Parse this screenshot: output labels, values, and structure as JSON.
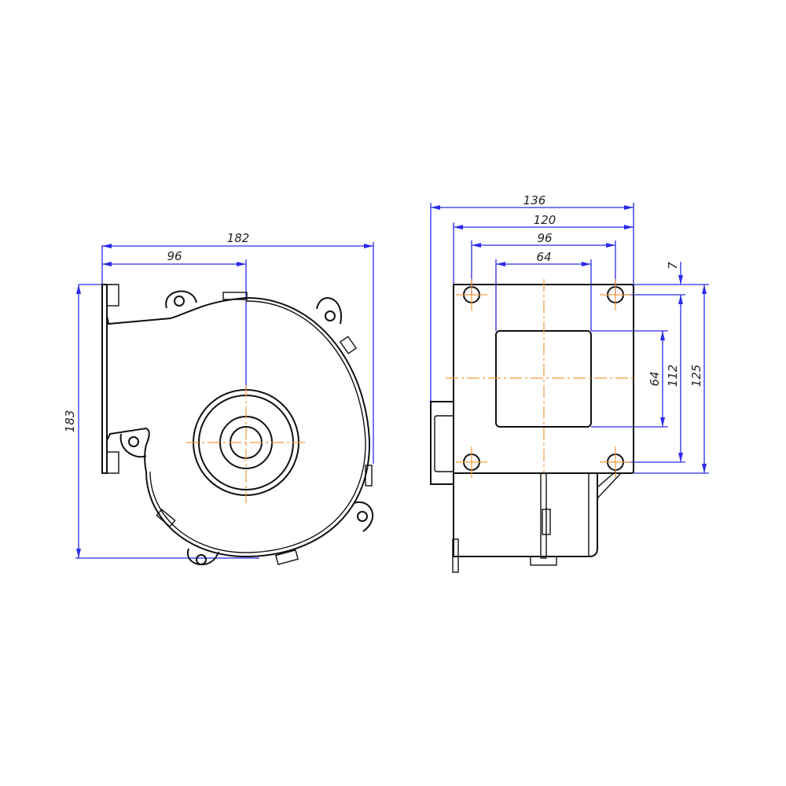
{
  "drawing": {
    "front_view": {
      "dimensions": {
        "overall_width": "182",
        "center_offset": "96",
        "overall_height": "183"
      }
    },
    "outlet_view": {
      "dimensions": {
        "overall_width": "136",
        "flange_width": "120",
        "hole_spacing_h": "96",
        "opening_width": "64",
        "edge_offset": "7",
        "opening_height": "64",
        "hole_spacing_v": "112",
        "flange_height": "125"
      }
    },
    "colors": {
      "outline": "#111111",
      "dimension": "#2a2aee",
      "centerline": "#f39a3c"
    }
  }
}
